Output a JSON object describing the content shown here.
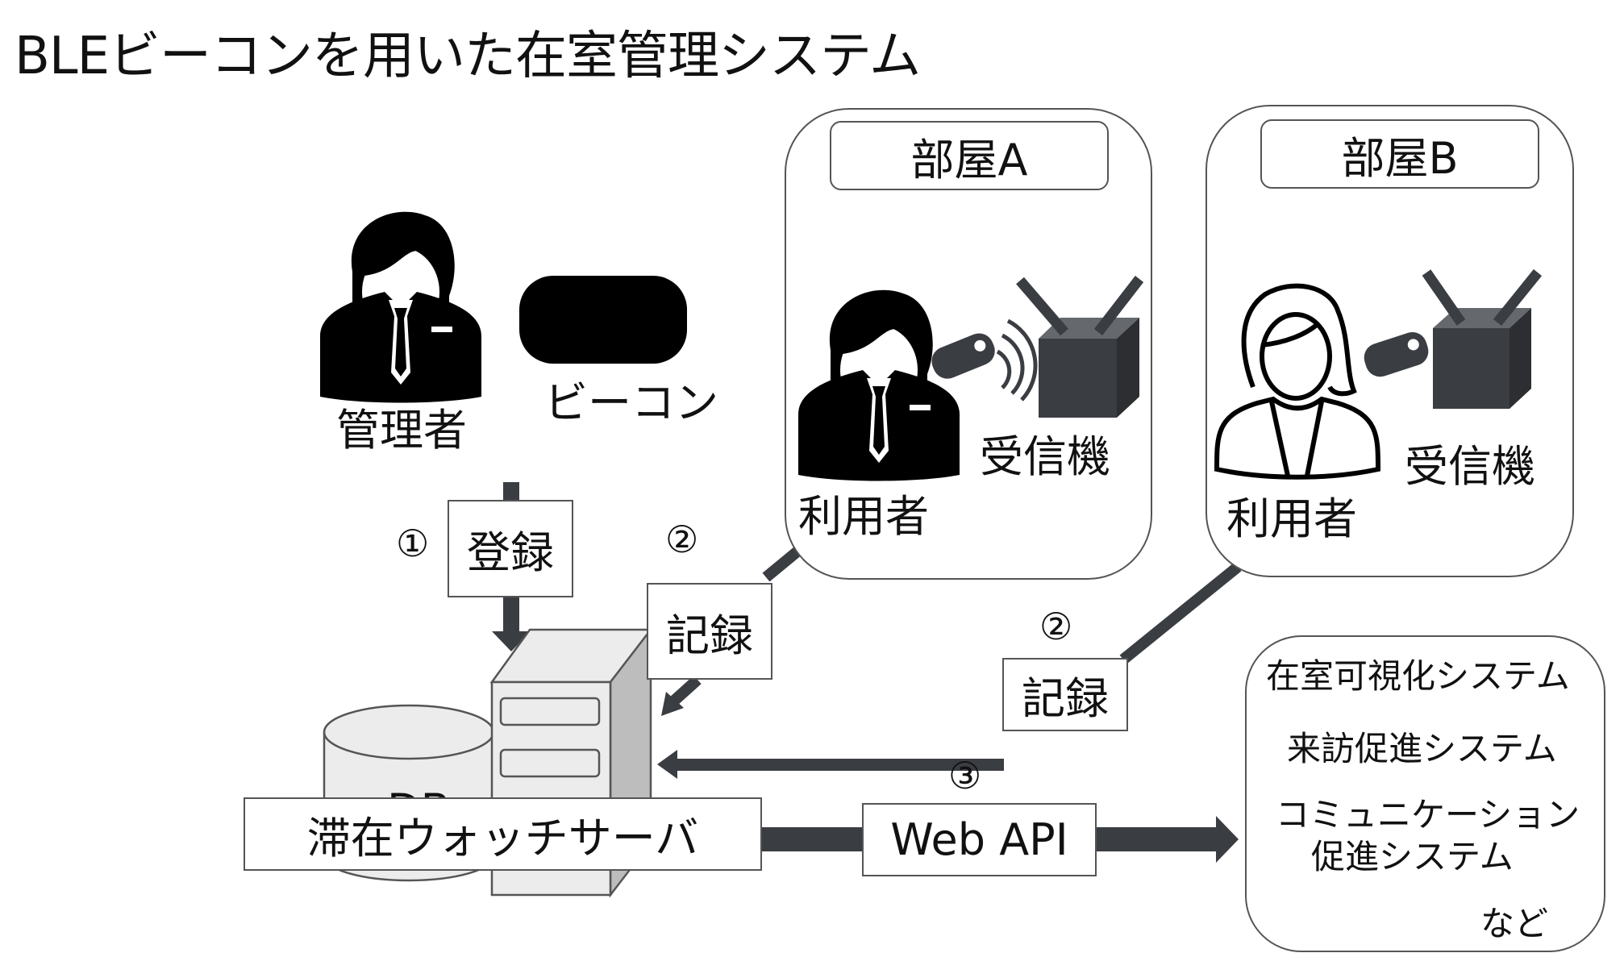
{
  "title": "BLEビーコンを用いた在室管理システム",
  "admin": {
    "label": "管理者"
  },
  "beacon": {
    "label": "ビーコン"
  },
  "rooms": [
    {
      "name": "部屋A",
      "user_label": "利用者",
      "receiver_label": "受信機"
    },
    {
      "name": "部屋B",
      "user_label": "利用者",
      "receiver_label": "受信機"
    }
  ],
  "steps": {
    "register": {
      "number": "①",
      "label": "登録"
    },
    "record_a": {
      "number": "②",
      "label": "記録"
    },
    "record_b": {
      "number": "②",
      "label": "記録"
    },
    "webapi": {
      "number": "③",
      "label": "Web API"
    }
  },
  "db": {
    "label": "DB"
  },
  "server": {
    "label": "滞在ウォッチサーバ"
  },
  "systems": {
    "items": [
      "在室可視化システム",
      "来訪促進システム",
      "コミュニケーション",
      "促進システム"
    ],
    "etc": "など"
  },
  "colors": {
    "dark": "#3a3d42",
    "light_gray": "#ececec",
    "side_gray": "#bdbdbd"
  }
}
